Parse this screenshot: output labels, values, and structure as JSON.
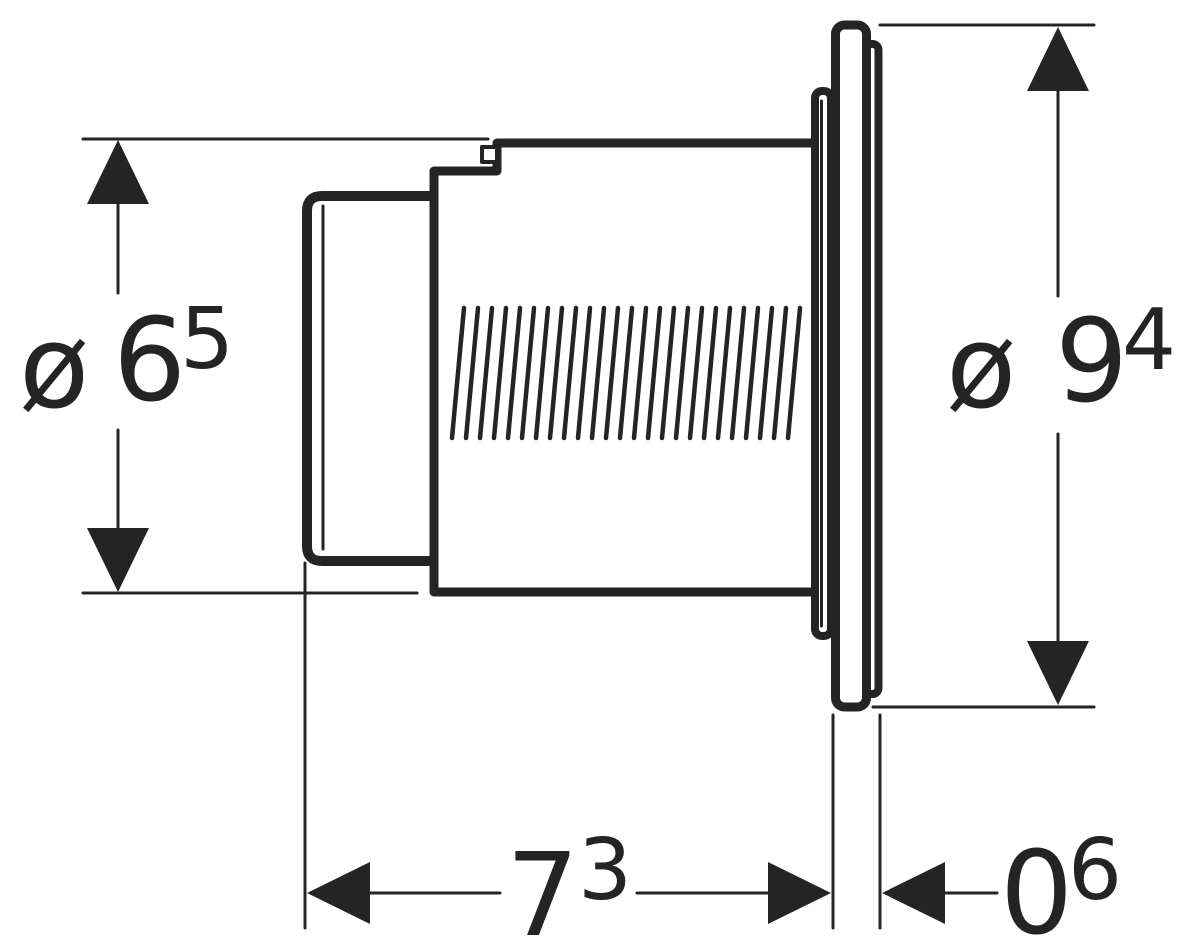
{
  "drawing": {
    "background_color": "#ffffff",
    "line_color": "#242424",
    "dimensions": {
      "left_diameter": {
        "prefix": "ø",
        "value": "6",
        "superscript": "5"
      },
      "right_diameter": {
        "prefix": "ø",
        "value": "9",
        "superscript": "4"
      },
      "depth": {
        "value": "7",
        "superscript": "3"
      },
      "flange_thickness": {
        "value": "0",
        "superscript": "6"
      }
    }
  }
}
